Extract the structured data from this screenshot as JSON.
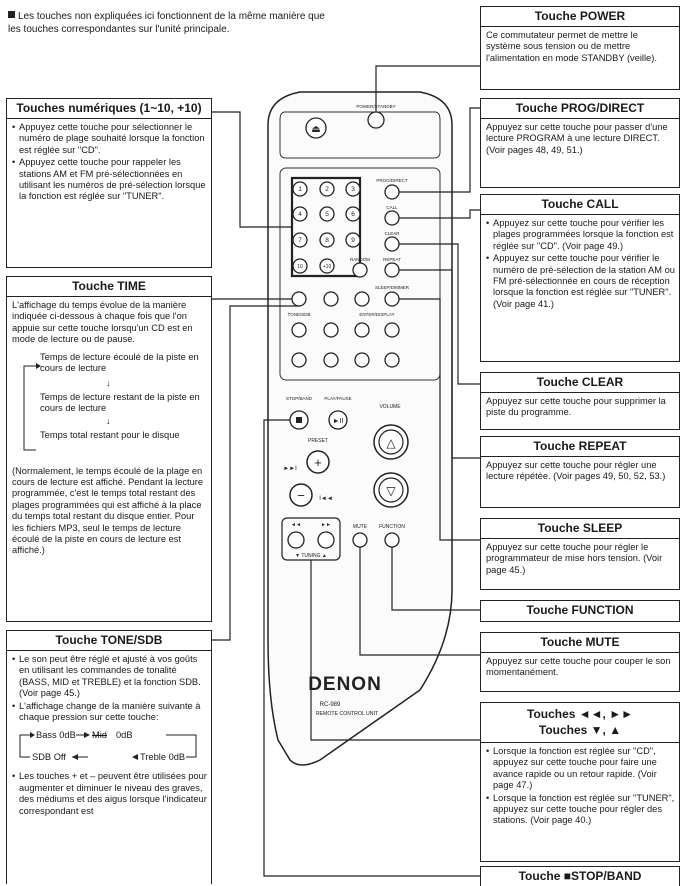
{
  "intro": "Les touches non expliquées ici fonctionnent de la même manière que les touches correspondantes sur l'unité principale.",
  "power": {
    "title": "Touche POWER",
    "body": "Ce commutateur permet de mettre le système sous tension ou de mettre l'alimentation en mode STANDBY (veille)."
  },
  "numeric": {
    "title": "Touches numériques (1~10, +10)",
    "bullets": [
      "Appuyez cette touche pour sélectionner le numéro de plage souhaité lorsque la fonction est réglée sur \"CD\".",
      "Appuyez cette touche pour rappeler les stations AM et FM pré-sélectionnées en utilisant les numéros de pré-sélection lorsque la fonction est réglée sur \"TUNER\"."
    ]
  },
  "prog": {
    "title": "Touche PROG/DIRECT",
    "body": "Appuyez sur cette touche pour passer d'une lecture PROGRAM à une lecture DIRECT. (Voir pages 48, 49, 51.)"
  },
  "call": {
    "title": "Touche CALL",
    "bullets": [
      "Appuyez sur cette touche pour vérifier les plages programmées lorsque la fonction est réglée sur \"CD\". (Voir page 49.)",
      "Appuyez sur cette touche pour vérifier le numéro de pré-sélection de la station AM ou FM pré-sélectionnée en cours de réception lorsque la fonction est réglée sur \"TUNER\". (Voir page 41.)"
    ]
  },
  "time": {
    "title": "Touche TIME",
    "intro": "L'affichage du temps évolue de la manière indiquée ci-dessous à chaque fois que l'on appuie sur cette touche lorsqu'un CD est en mode de lecture ou de pause.",
    "steps": [
      "Temps de lecture écoulé de la piste en cours de lecture",
      "Temps de lecture restant de la piste en cours de lecture",
      "Temps total restant pour le disque"
    ],
    "note": "(Normalement, le temps écoulé de la plage en cours de lecture est affiché. Pendant la lecture programmée, c'est le temps total restant des plages programmées qui est affiché à la place du temps total restant du disque entier. Pour les fichiers MP3, seul le temps de lecture écoulé de la piste en cours de lecture est affiché.)"
  },
  "clear": {
    "title": "Touche CLEAR",
    "body": "Appuyez sur cette touche pour supprimer la piste du programme."
  },
  "repeat": {
    "title": "Touche REPEAT",
    "body": "Appuyez sur cette touche pour régler une lecture répétée. (Voir pages 49, 50, 52, 53.)"
  },
  "sleep": {
    "title": "Touche SLEEP",
    "body": "Appuyez sur cette touche pour régler le programmateur de mise hors tension. (Voir page 45.)"
  },
  "function": {
    "title": "Touche FUNCTION"
  },
  "mute": {
    "title": "Touche MUTE",
    "body": "Appuyez sur cette touche pour couper le son momentanément."
  },
  "tone": {
    "title": "Touche TONE/SDB",
    "bullets": [
      "Le son peut être réglé et ajusté à vos goûts en utilisant les commandes de tonalité (BASS, MID et TREBLE) et la fonction SDB. (Voir page 45.)",
      "L'affichage change de la manière suivante à chaque pression sur cette touche:"
    ],
    "cycle_top_a": "Bass 0dB",
    "cycle_top_mid": "Mid",
    "cycle_top_b": "0dB",
    "cycle_bottom_a": "SDB Off",
    "cycle_bottom_b": "Treble 0dB",
    "bullet3": "Les touches + et – peuvent être utilisées pour augmenter et diminuer le niveau des graves, des médiums et des aigus lorsque l'indicateur correspondant est"
  },
  "skip": {
    "title_line1": "Touches ◄◄, ►►",
    "title_line2": "Touches ▼, ▲",
    "bullets": [
      "Lorsque la fonction est réglée sur \"CD\", appuyez sur cette touche pour faire une avance rapide ou un retour rapide. (Voir page 47.)",
      "Lorsque la fonction est réglée sur \"TUNER\", appuyez sur cette touche pour régler des stations. (Voir page 40.)"
    ]
  },
  "stop": {
    "title": "Touche ■STOP/BAND"
  },
  "remote": {
    "brand": "DENON",
    "model": "RC-989",
    "unit": "REMOTE CONTROL UNIT",
    "labels": {
      "power": "POWER/STANDBY",
      "prog": "PROG/DIRECT",
      "call": "CALL",
      "clear": "CLEAR",
      "random": "RANDOM",
      "repeat": "REPEAT",
      "sleep": "SLEEP/DIMMER",
      "tone": "TONE/SDB",
      "enter": "ENTER/DISPLAY",
      "stop": "STOP/BAND",
      "play": "PLAY/PAUSE",
      "volume": "VOLUME",
      "preset": "PRESET",
      "mute": "MUTE",
      "function": "FUNCTION",
      "tuning": "▼ TUNING ▲"
    },
    "numbers": [
      "1",
      "2",
      "3",
      "4",
      "5",
      "6",
      "7",
      "8",
      "9",
      "10",
      "+10"
    ]
  }
}
